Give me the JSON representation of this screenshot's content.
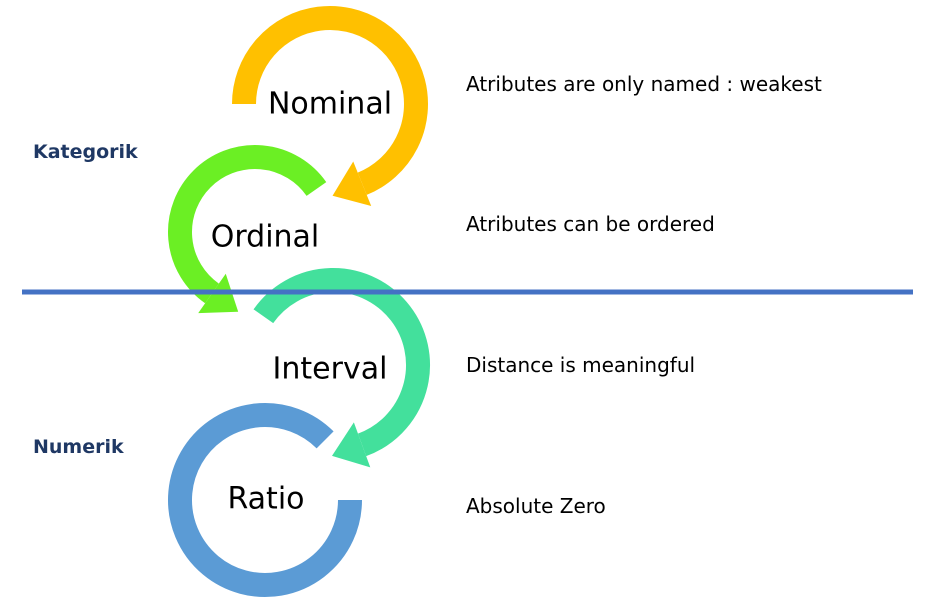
{
  "categories": {
    "kategorik": "Kategorik",
    "numerik": "Numerik"
  },
  "levels": [
    {
      "name": "Nominal",
      "description": "Atributes are only named : weakest",
      "color": "#FFC000"
    },
    {
      "name": "Ordinal",
      "description": "Atributes can be ordered",
      "color": "#6BEF24"
    },
    {
      "name": "Interval",
      "description": "Distance is meaningful",
      "color": "#43E09C"
    },
    {
      "name": "Ratio",
      "description": "Absolute Zero",
      "color": "#5B9BD5"
    }
  ],
  "divider_color": "#4472C4"
}
